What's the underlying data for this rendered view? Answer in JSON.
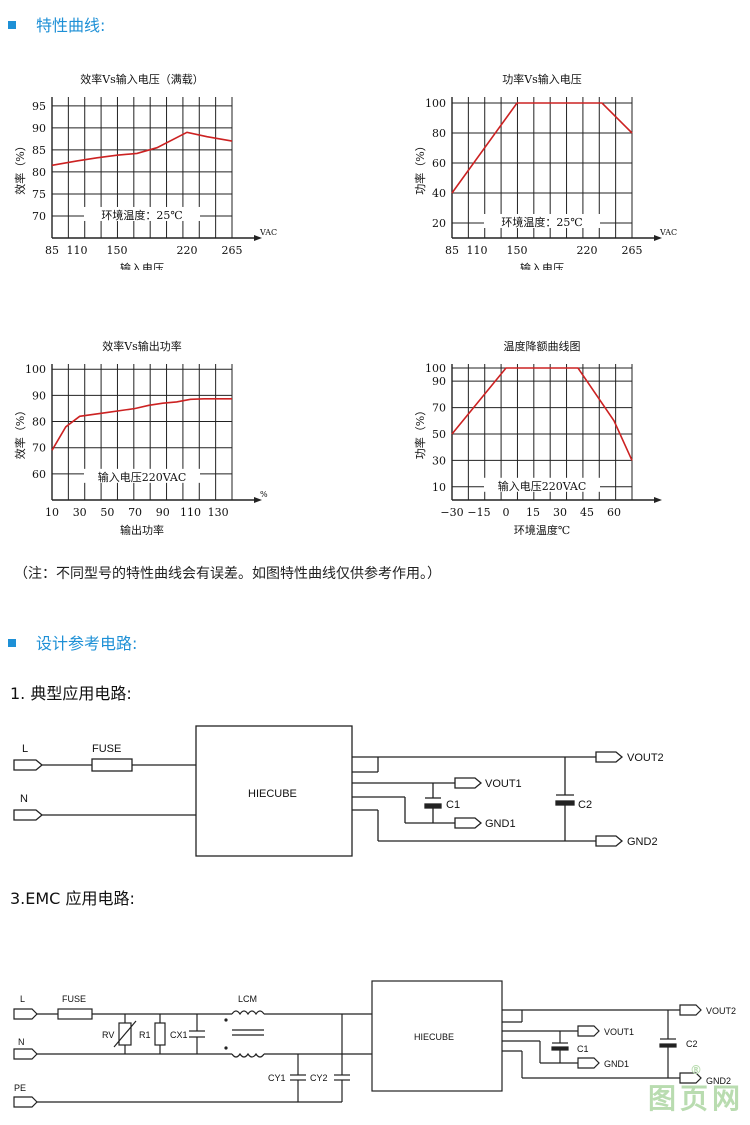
{
  "sections": {
    "curves_title": "特性曲线:",
    "design_title": "设计参考电路:",
    "typical_title": "1.  典型应用电路:",
    "emc_title": "3.EMC 应用电路:"
  },
  "note": "（注：不同型号的特性曲线会有误差。如图特性曲线仅供参考作用。）",
  "chart_data": [
    {
      "type": "line",
      "title": "效率Vs输入电压（满载）",
      "xlabel": "输入电压",
      "ylabel": "效率（%）",
      "x_unit": "VAC",
      "annotation": "环境温度：25℃",
      "x_ticks": [
        "85",
        "110",
        "150",
        "220",
        "265"
      ],
      "y_ticks": [
        "70",
        "75",
        "80",
        "85",
        "90",
        "95"
      ],
      "xlim": [
        85,
        265
      ],
      "ylim": [
        65,
        97
      ],
      "x": [
        85,
        110,
        130,
        150,
        170,
        190,
        220,
        240,
        265
      ],
      "y": [
        81.5,
        82.5,
        83.2,
        83.8,
        84.2,
        85.5,
        89,
        88,
        87
      ]
    },
    {
      "type": "line",
      "title": "功率Vs输入电压",
      "xlabel": "输入电压",
      "ylabel": "功率（%）",
      "x_unit": "VAC",
      "annotation": "环境温度：25℃",
      "x_ticks": [
        "85",
        "110",
        "150",
        "220",
        "265"
      ],
      "y_ticks": [
        "20",
        "40",
        "60",
        "80",
        "100"
      ],
      "xlim": [
        85,
        265
      ],
      "ylim": [
        10,
        104
      ],
      "x": [
        85,
        150,
        220,
        235,
        265
      ],
      "y": [
        40,
        100,
        100,
        100,
        80
      ]
    },
    {
      "type": "line",
      "title": "效率Vs输出功率",
      "xlabel": "输出功率",
      "ylabel": "效率（%）",
      "x_unit": "%",
      "annotation": "输入电压220VAC",
      "x_ticks": [
        "10",
        "30",
        "50",
        "70",
        "90",
        "110",
        "130"
      ],
      "y_ticks": [
        "60",
        "70",
        "80",
        "90",
        "100"
      ],
      "xlim": [
        10,
        140
      ],
      "ylim": [
        50,
        102
      ],
      "x": [
        10,
        20,
        30,
        50,
        70,
        80,
        90,
        100,
        110,
        120,
        140
      ],
      "y": [
        69,
        78,
        82,
        83.5,
        85,
        86.2,
        87,
        87.5,
        88.5,
        88.7,
        88.7
      ]
    },
    {
      "type": "line",
      "title": "温度降额曲线图",
      "xlabel": "环境温度℃",
      "ylabel": "功率（%）",
      "x_unit": "",
      "annotation": "输入电压220VAC",
      "x_ticks": [
        "−30",
        "−15",
        "0",
        "15",
        "30",
        "45",
        "60"
      ],
      "y_ticks": [
        "10",
        "30",
        "50",
        "70",
        "90",
        "100"
      ],
      "xlim": [
        -30,
        70
      ],
      "ylim": [
        0,
        103
      ],
      "x": [
        -30,
        0,
        40,
        60,
        70
      ],
      "y": [
        50,
        100,
        100,
        60,
        30
      ]
    }
  ],
  "circuit_typical": {
    "L": "L",
    "N": "N",
    "fuse": "FUSE",
    "module": "HIECUBE",
    "vout2": "VOUT2",
    "vout1": "VOUT1",
    "c1": "C1",
    "c2": "C2",
    "gnd1": "GND1",
    "gnd2": "GND2"
  },
  "circuit_emc": {
    "L": "L",
    "N": "N",
    "PE": "PE",
    "fuse": "FUSE",
    "rv": "RV",
    "r1": "R1",
    "cx1": "CX1",
    "lcm": "LCM",
    "cy1": "CY1",
    "cy2": "CY2",
    "module": "HIECUBE",
    "vout2": "VOUT2",
    "vout1": "VOUT1",
    "c1": "C1",
    "c2": "C2",
    "gnd1": "GND1",
    "gnd2": "GND2"
  },
  "watermark": {
    "text": "图页网",
    "mark": "®"
  },
  "colors": {
    "accent": "#1e90d6",
    "curve": "#cc2222",
    "watermark": "#b9dcb0"
  }
}
